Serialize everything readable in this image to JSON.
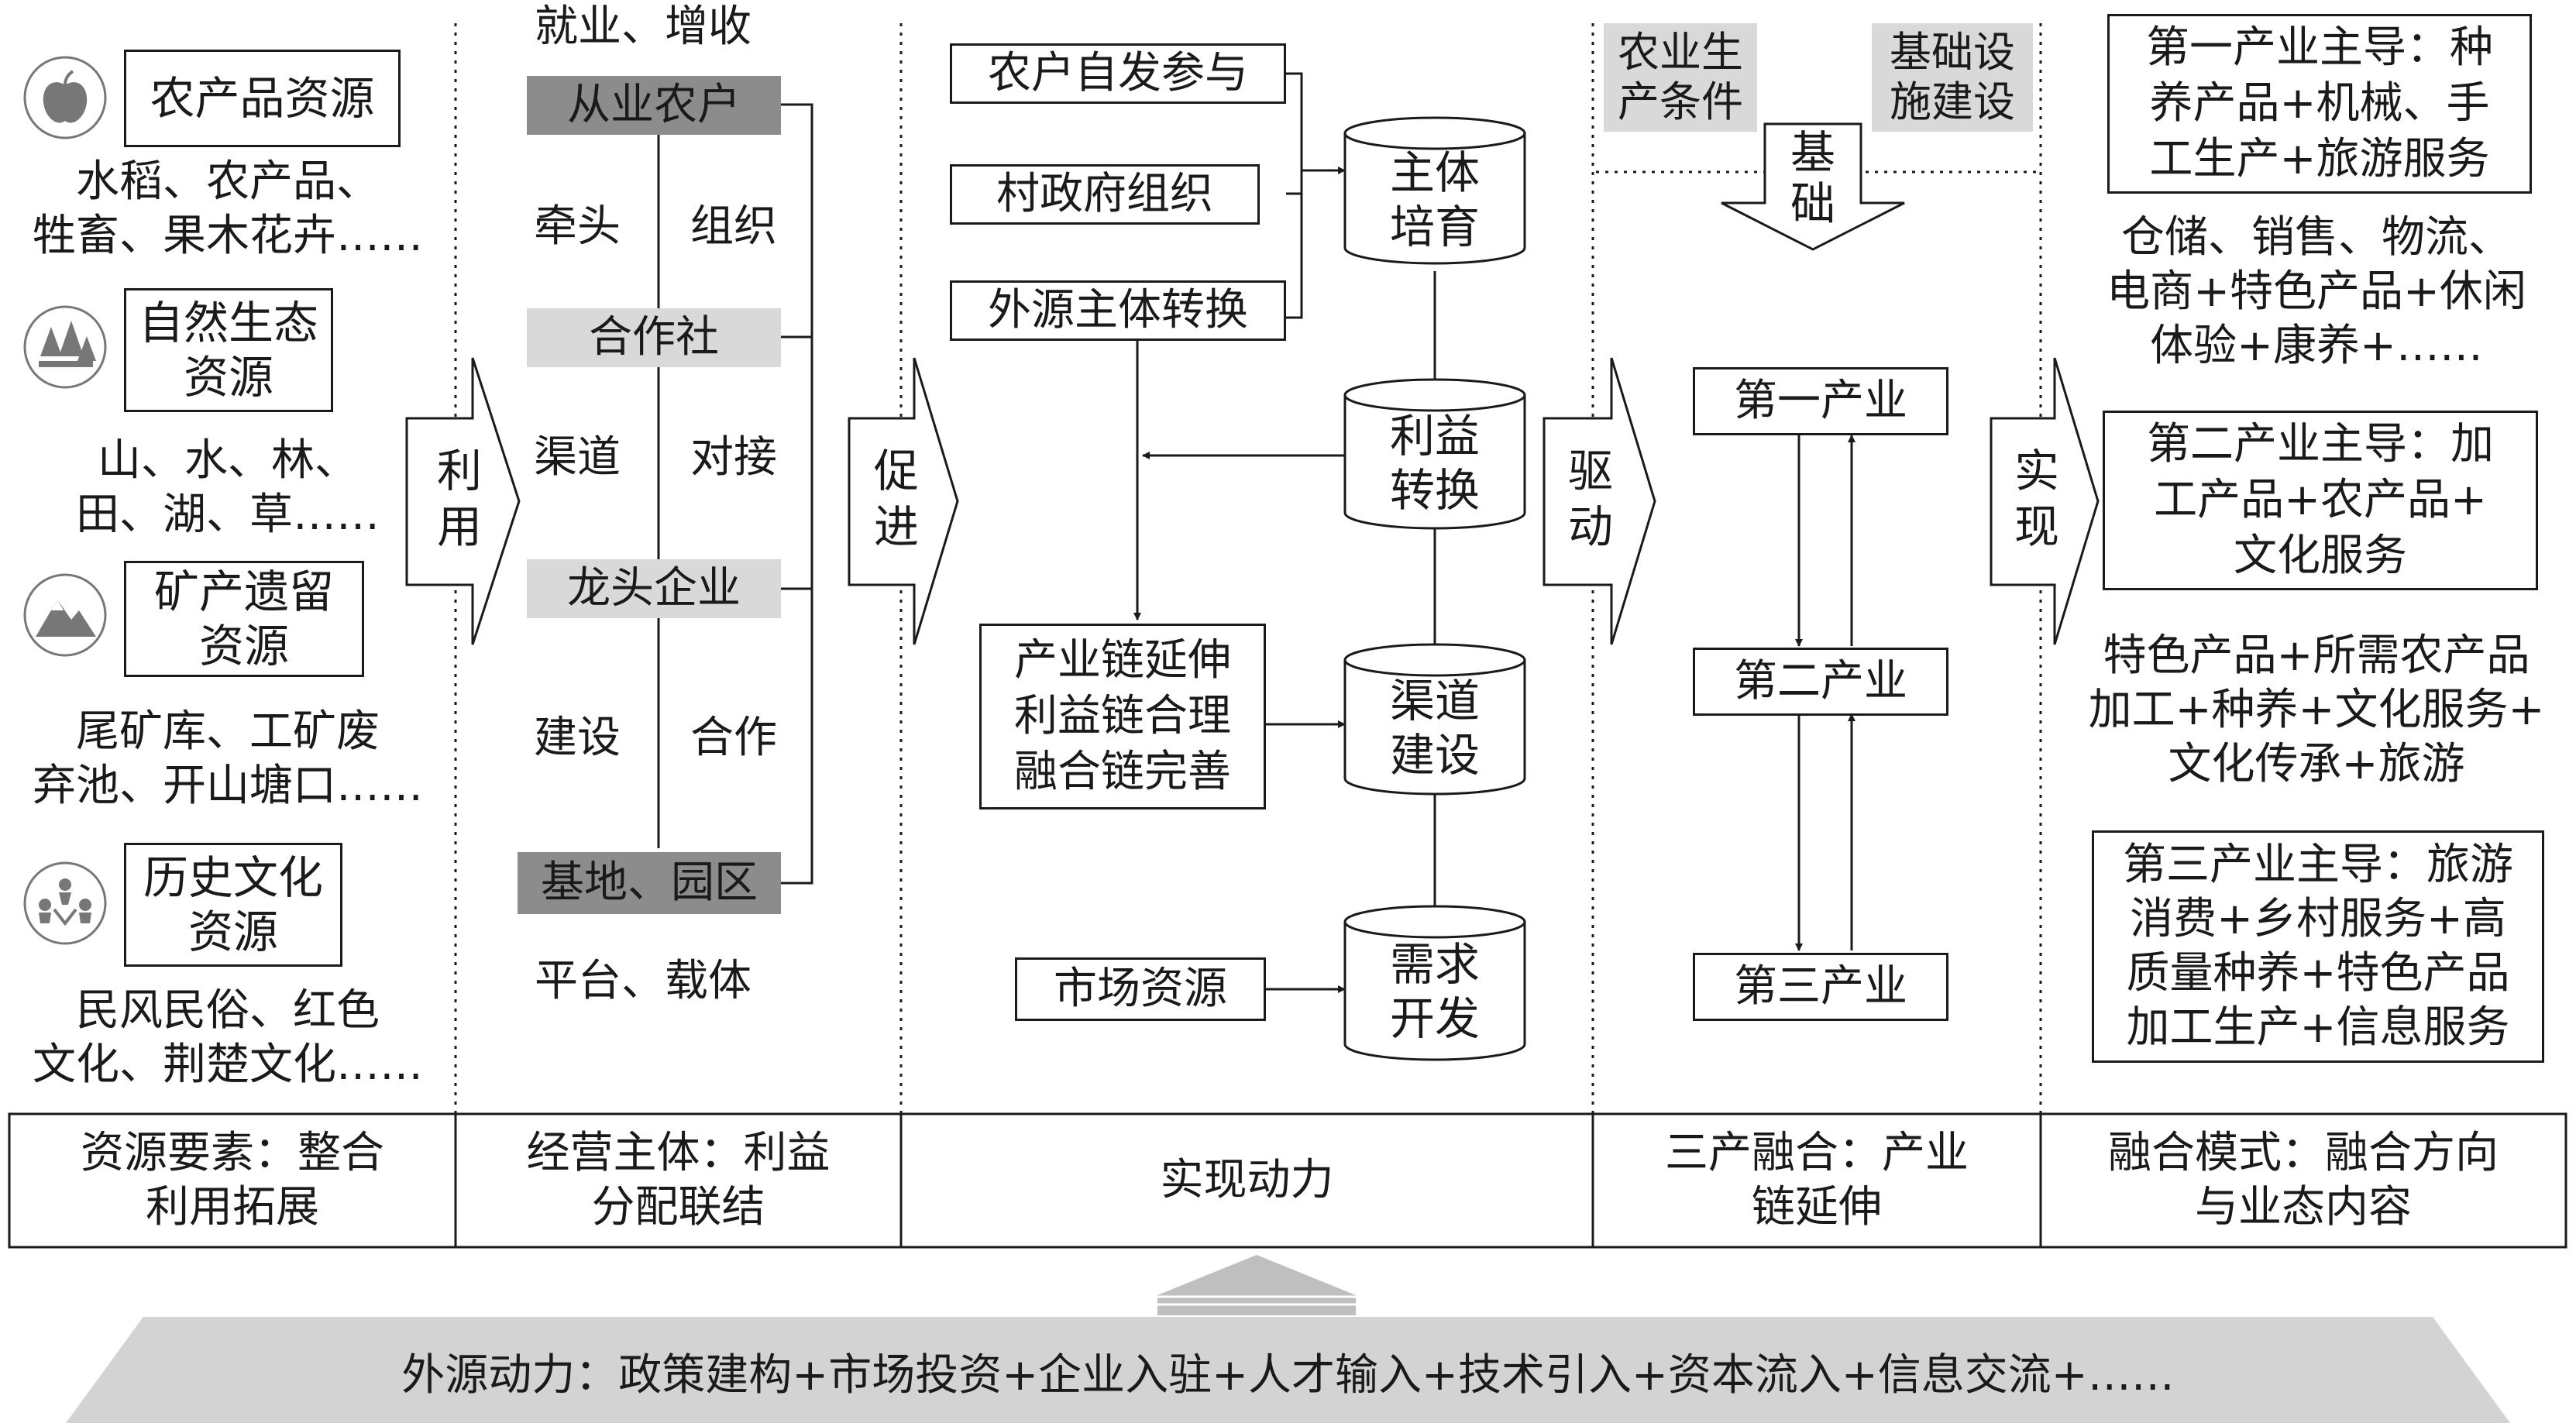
{
  "resources": [
    {
      "label": "农产品资源",
      "icon": "apple-icon",
      "examples": "水稻、农产品、\n牲畜、果木花卉……"
    },
    {
      "label": "自然生态\n资源",
      "icon": "forest-icon",
      "examples": "山、水、林、\n田、湖、草……"
    },
    {
      "label": "矿产遗留\n资源",
      "icon": "mountain-icon",
      "examples": "尾矿库、工矿废\n弃池、开山塘口……"
    },
    {
      "label": "历史文化\n资源",
      "icon": "people-icon",
      "examples": "民风民俗、红色\n文化、荆楚文化……"
    }
  ],
  "arrows": {
    "use": "利\n用",
    "promote": "促\n进",
    "drive": "驱\n动",
    "realize": "实\n现",
    "foundation": "基\n础"
  },
  "operators": {
    "top_note": "就业、增收",
    "farmers": "从业农户",
    "cooperative": "合作社",
    "leading": "龙头企业",
    "base": "基地、园区",
    "bottom_note": "平台、载体",
    "lead": "牵头",
    "organize": "组织",
    "channel": "渠道",
    "connect": "对接",
    "build": "建设",
    "cooperate": "合作"
  },
  "power": {
    "sources": [
      "农户自发参与",
      "村政府组织",
      "外源主体转换"
    ],
    "chain": "产业链延伸\n利益链合理\n融合链完善",
    "market": "市场资源",
    "cylinders": [
      "主体\n培育",
      "利益\n转换",
      "渠道\n建设",
      "需求\n开发"
    ]
  },
  "industries": {
    "agri_conditions": "农业生\n产条件",
    "infrastructure": "基础设\n施建设",
    "primary": "第一产业",
    "secondary": "第二产业",
    "tertiary": "第三产业"
  },
  "modes": {
    "m1": "第一产业主导：种\n养产品+机械、手\n工生产+旅游服务",
    "t1": "仓储、销售、物流、\n电商+特色产品+休闲\n体验+康养+……",
    "m2": "第二产业主导：加\n工产品+农产品+\n文化服务",
    "t2": "特色产品+所需农产品\n加工+种养+文化服务+\n文化传承+旅游",
    "m3": "第三产业主导：旅游\n消费+乡村服务+高\n质量种养+特色产品\n加工生产+信息服务"
  },
  "bottom_labels": [
    "资源要素：整合\n利用拓展",
    "经营主体：利益\n分配联结",
    "实现动力",
    "三产融合：产业\n链延伸",
    "融合模式：融合方向\n与业态内容"
  ],
  "external": "外源动力：政策建构+市场投资+企业入驻+人才输入+技术引入+资本流入+信息交流+……"
}
